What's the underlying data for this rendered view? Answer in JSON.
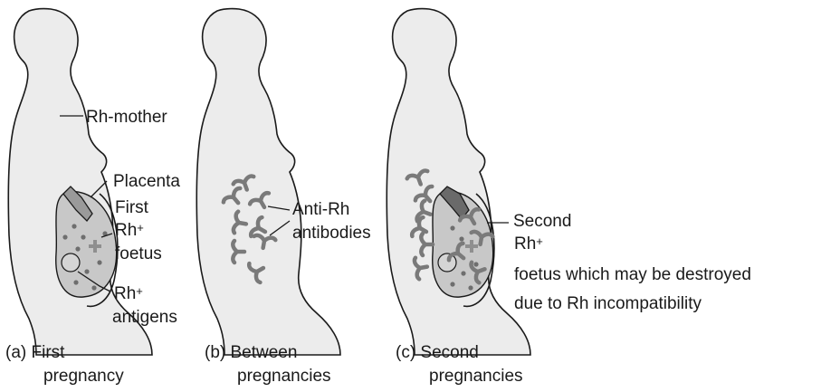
{
  "panels": [
    {
      "caption_line1": "(a) First",
      "caption_line2": "pregnancy",
      "labels": {
        "mother": "Rh-mother",
        "placenta": "Placenta",
        "foetus_line1": "First",
        "foetus_rh": "Rh",
        "foetus_sign": "+",
        "foetus_line3": "foetus",
        "antigen_rh": "Rh",
        "antigen_sign": "+",
        "antigen_line2": "antigens"
      }
    },
    {
      "caption_line1": "(b) Between",
      "caption_line2": "pregnancies",
      "labels": {
        "antibodies_line1": "Anti-Rh",
        "antibodies_line2": "antibodies"
      }
    },
    {
      "caption_line1": "(c) Second",
      "caption_line2": "pregnancies",
      "labels": {
        "foetus_line1": "Second",
        "foetus_rh": "Rh",
        "foetus_sign": "+",
        "foetus_line3": "foetus which may be destroyed",
        "foetus_line4": "due to Rh incompatibility"
      }
    }
  ],
  "colors": {
    "body_fill": "#ececec",
    "outline": "#1a1a1a",
    "antibody": "#7a7a7a",
    "foetus_fill": "#c8c8c8",
    "dot": "#6e6e6e"
  }
}
